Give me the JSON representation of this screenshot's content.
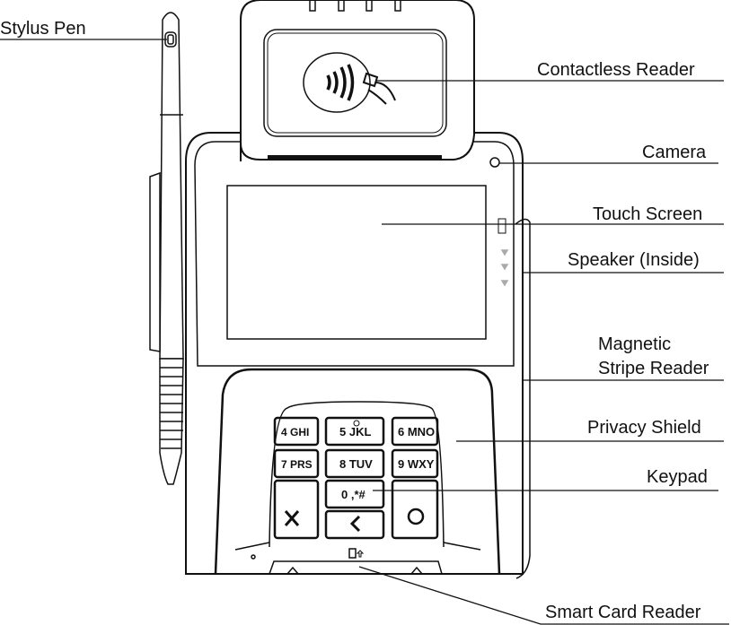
{
  "labels": {
    "stylus_pen": "Stylus Pen",
    "contactless_reader": "Contactless Reader",
    "camera": "Camera",
    "touch_screen": "Touch Screen",
    "speaker": "Speaker (Inside)",
    "magnetic_line1": "Magnetic",
    "magnetic_line2": "Stripe Reader",
    "privacy_shield": "Privacy Shield",
    "keypad": "Keypad",
    "smart_card_reader": "Smart Card Reader"
  },
  "keypad": {
    "key4": "4 GHI",
    "key5": "5 JKL",
    "key6": "6 MNO",
    "key7": "7 PRS",
    "key8": "8 TUV",
    "key9": "9 WXY",
    "key0": "0 ,*#"
  },
  "icons": [
    "contactless-icon",
    "cancel-x-icon",
    "backspace-icon",
    "enter-circle-icon",
    "card-insert-icon"
  ],
  "colors": {
    "line": "#111111",
    "background": "#ffffff"
  }
}
